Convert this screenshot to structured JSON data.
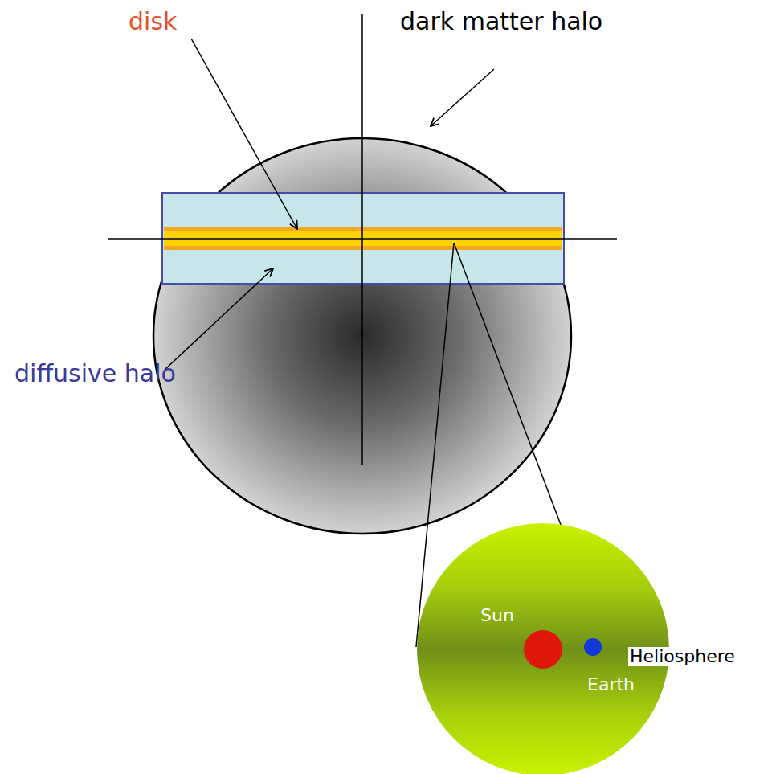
{
  "diagram": {
    "nodes": [
      {
        "text": [
          "Heliosphere"
        ]
      },
      {
        "text": [
          "Sun"
        ],
        "in": 0
      },
      {
        "text": [
          "Earth"
        ],
        "in": 0
      }
    ],
    "labels": [
      "disk",
      "dark matter halo",
      "diffusive halo"
    ]
  }
}
